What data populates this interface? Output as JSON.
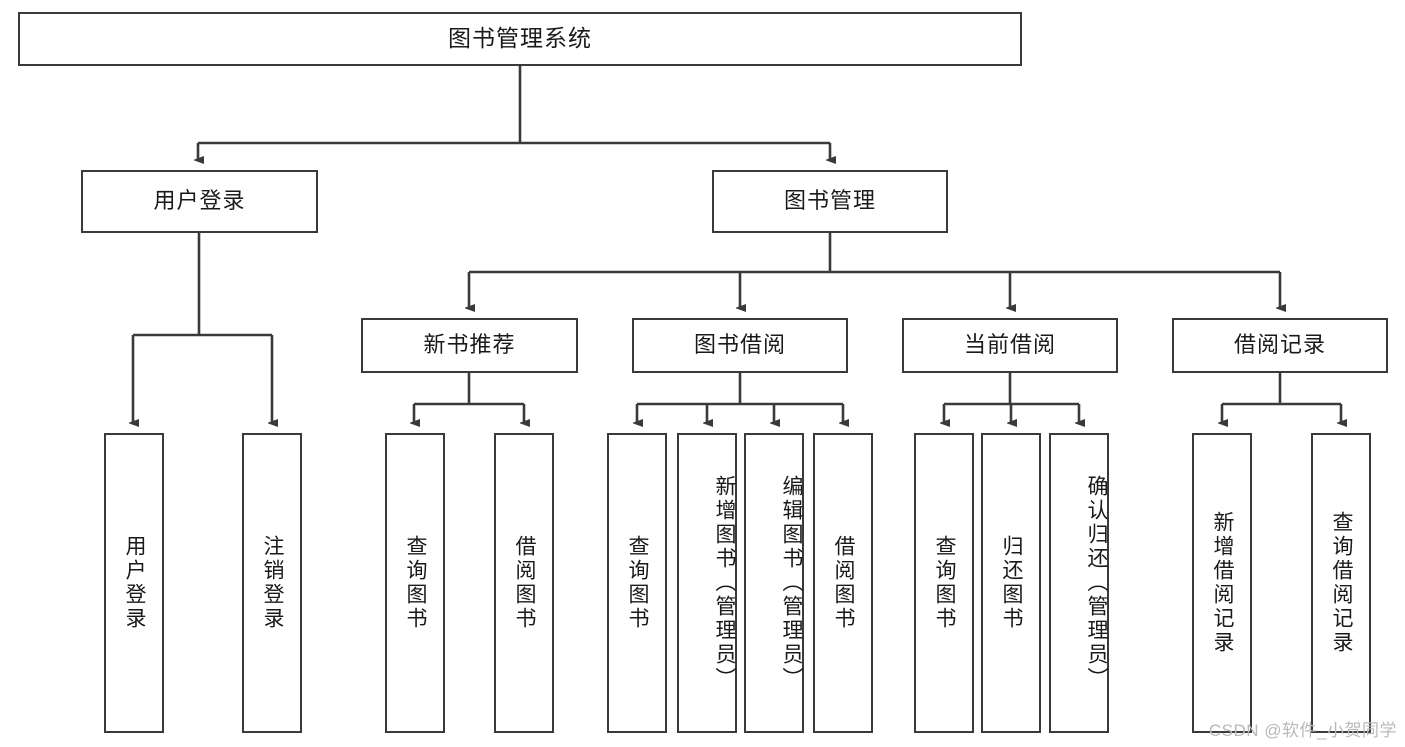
{
  "diagram": {
    "title": "图书管理系统",
    "type": "tree",
    "watermark": "CSDN @软件_小贺同学",
    "colors": {
      "node_border": "#3a3a3a",
      "node_fill": "#ffffff",
      "edge": "#3a3a3a",
      "text": "#1a1a1a",
      "watermark": "#b9b9b9",
      "background": "#ffffff"
    },
    "root": {
      "label": "图书管理系统",
      "orientation": "horizontal"
    },
    "level2": [
      {
        "label": "用户登录",
        "orientation": "horizontal"
      },
      {
        "label": "图书管理",
        "orientation": "horizontal"
      }
    ],
    "level3": [
      {
        "label": "新书推荐",
        "orientation": "horizontal",
        "parent": "图书管理"
      },
      {
        "label": "图书借阅",
        "orientation": "horizontal",
        "parent": "图书管理"
      },
      {
        "label": "当前借阅",
        "orientation": "horizontal",
        "parent": "图书管理"
      },
      {
        "label": "借阅记录",
        "orientation": "horizontal",
        "parent": "图书管理"
      }
    ],
    "leaves": {
      "user_login": [
        {
          "label": "用户登录",
          "orientation": "vertical"
        },
        {
          "label": "注销登录",
          "orientation": "vertical"
        }
      ],
      "new_book_recommend": [
        {
          "label": "查询图书",
          "orientation": "vertical"
        },
        {
          "label": "借阅图书",
          "orientation": "vertical"
        }
      ],
      "book_borrow": [
        {
          "label": "查询图书",
          "orientation": "vertical"
        },
        {
          "label": "新增图书（管理员）",
          "orientation": "vertical"
        },
        {
          "label": "编辑图书（管理员）",
          "orientation": "vertical"
        },
        {
          "label": "借阅图书",
          "orientation": "vertical"
        }
      ],
      "current_borrow": [
        {
          "label": "查询图书",
          "orientation": "vertical"
        },
        {
          "label": "归还图书",
          "orientation": "vertical"
        },
        {
          "label": "确认归还（管理员）",
          "orientation": "vertical"
        }
      ],
      "borrow_record": [
        {
          "label": "新增借阅记录",
          "orientation": "vertical"
        },
        {
          "label": "查询借阅记录",
          "orientation": "vertical"
        }
      ]
    }
  }
}
